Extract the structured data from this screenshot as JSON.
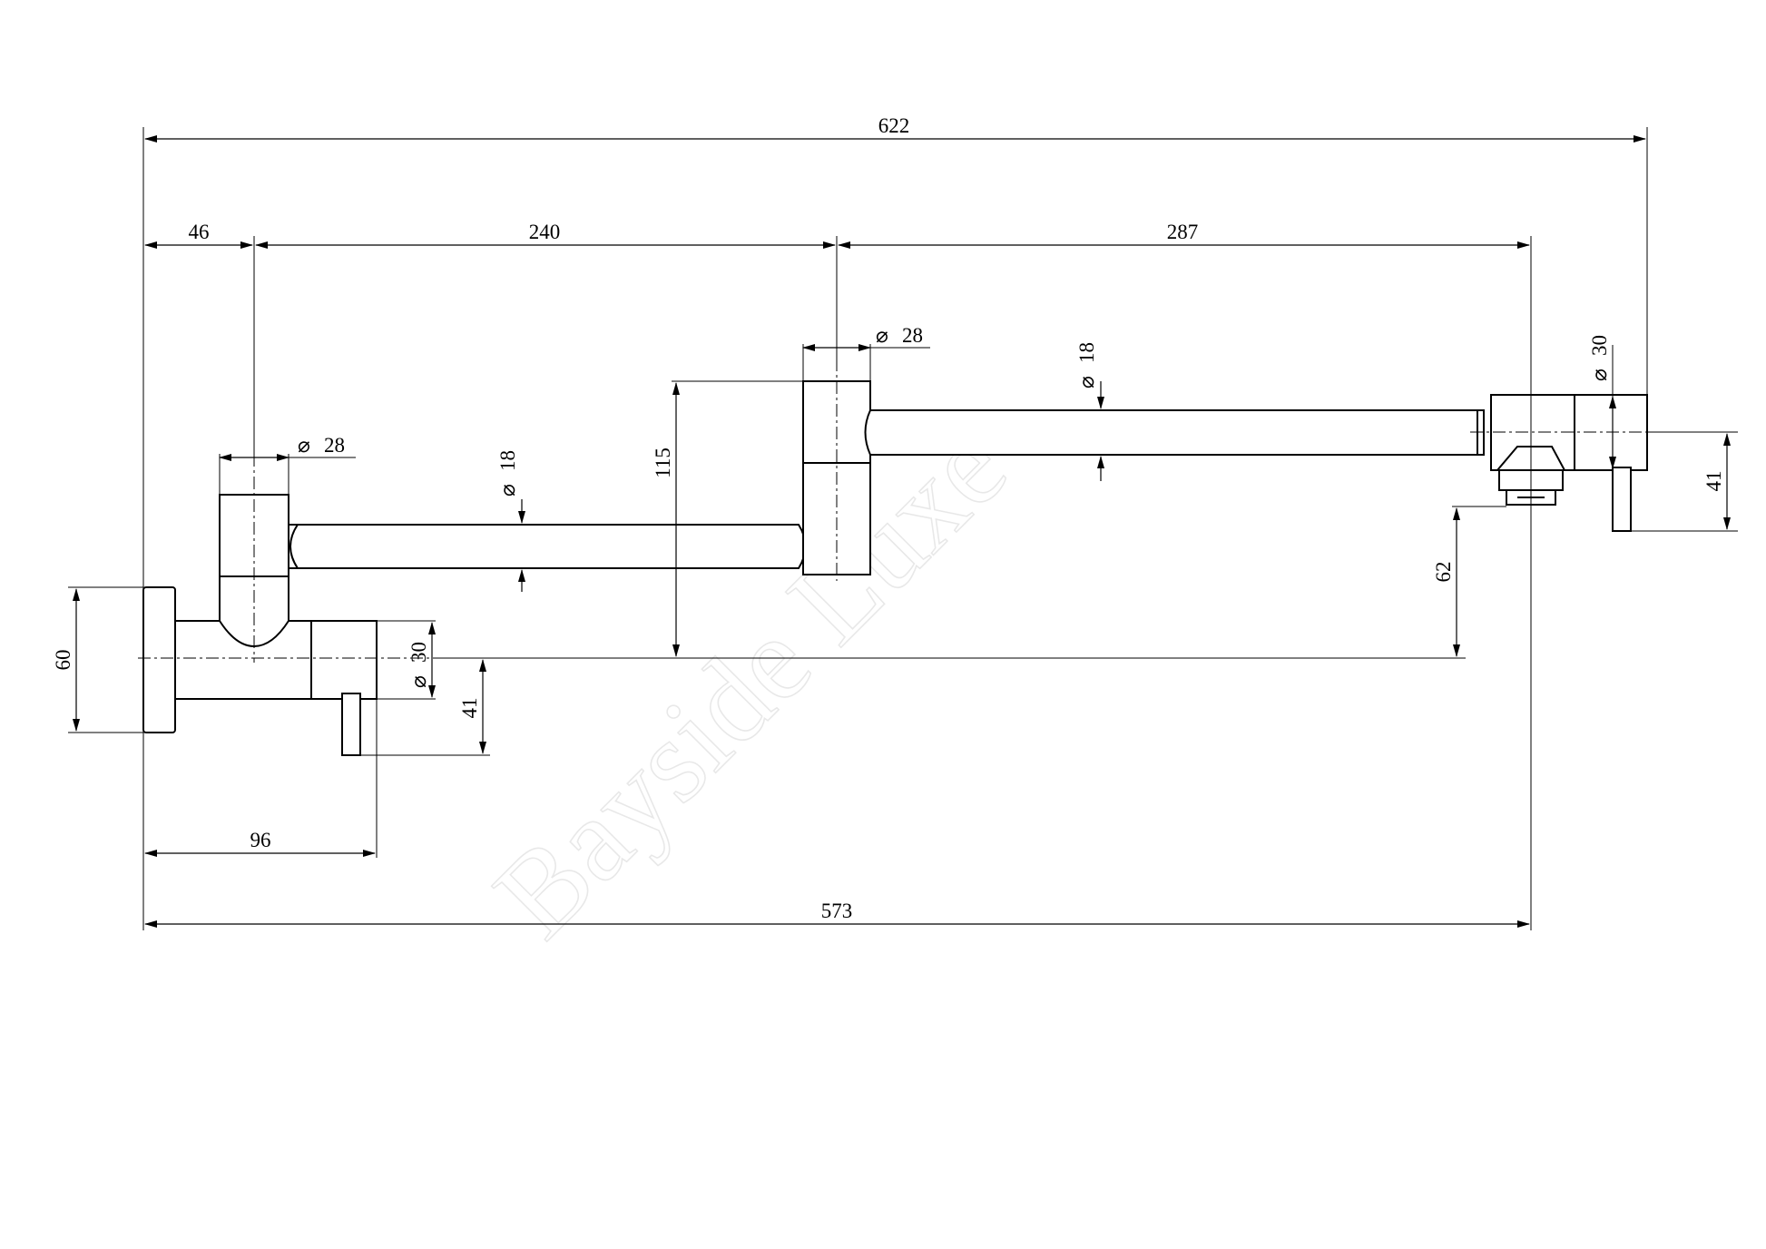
{
  "watermark": "Bayside Luxe",
  "dimensions": {
    "overall_width": "622",
    "wall_to_first_pivot": "46",
    "first_arm": "240",
    "second_arm": "287",
    "first_pivot_dia": "28",
    "second_pivot_dia": "28",
    "first_arm_dia": "18",
    "second_arm_dia": "18",
    "outlet_body_dia": "30",
    "inlet_body_dia": "30",
    "arm_rise": "115",
    "outlet_height": "62",
    "outlet_handle_length": "41",
    "inlet_handle_length": "41",
    "flange_dia": "60",
    "inlet_body_length": "96",
    "reach": "573"
  },
  "diameter_symbol": "⌀"
}
